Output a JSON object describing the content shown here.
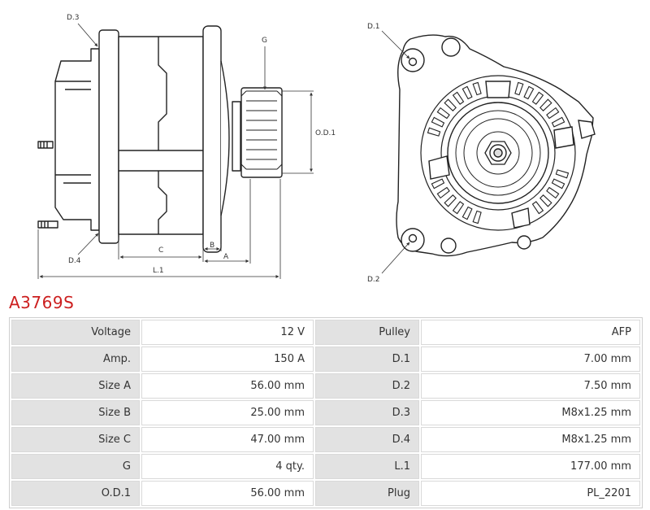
{
  "drawing_labels": {
    "d3": "D.3",
    "g": "G",
    "od1": "O.D.1",
    "d4": "D.4",
    "c": "C",
    "b": "B",
    "a": "A",
    "l1": "L.1",
    "d1": "D.1",
    "d2": "D.2"
  },
  "title": "A3769S",
  "specs": [
    {
      "k1": "Voltage",
      "v1": "12 V",
      "k2": "Pulley",
      "v2": "AFP"
    },
    {
      "k1": "Amp.",
      "v1": "150 A",
      "k2": "D.1",
      "v2": "7.00 mm"
    },
    {
      "k1": "Size A",
      "v1": "56.00 mm",
      "k2": "D.2",
      "v2": "7.50 mm"
    },
    {
      "k1": "Size B",
      "v1": "25.00 mm",
      "k2": "D.3",
      "v2": "M8x1.25 mm"
    },
    {
      "k1": "Size C",
      "v1": "47.00 mm",
      "k2": "D.4",
      "v2": "M8x1.25 mm"
    },
    {
      "k1": "G",
      "v1": "4 qty.",
      "k2": "L.1",
      "v2": "177.00 mm"
    },
    {
      "k1": "O.D.1",
      "v1": "56.00 mm",
      "k2": "Plug",
      "v2": "PL_2201"
    }
  ]
}
